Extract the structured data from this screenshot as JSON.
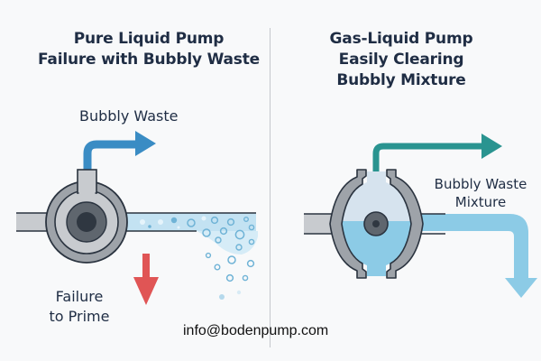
{
  "left_panel": {
    "title_lines": [
      "Pure Liquid Pump",
      "Failure with Bubbly Waste"
    ],
    "outlet_label": "Bubbly Waste",
    "failure_label_lines": [
      "Failure",
      "to Prime"
    ],
    "colors": {
      "outlet_arrow": "#3a8cc4",
      "failure_arrow": "#e05555",
      "pump_body": "#9ea3a9",
      "pipe_water": "#bfe1f2",
      "bubble": "#6fb3d6"
    }
  },
  "right_panel": {
    "title_lines": [
      "Gas-Liquid Pump",
      "Easily Clearing",
      "Bubbly Mixture"
    ],
    "outlet_label_lines": [
      "Bubbly Waste",
      "Mixture"
    ],
    "colors": {
      "outlet_arrow": "#2a9490",
      "flow": "#8ccbe6",
      "pump_body": "#9ea3a9"
    }
  },
  "footer": {
    "email": "info@bodenpump.com"
  }
}
